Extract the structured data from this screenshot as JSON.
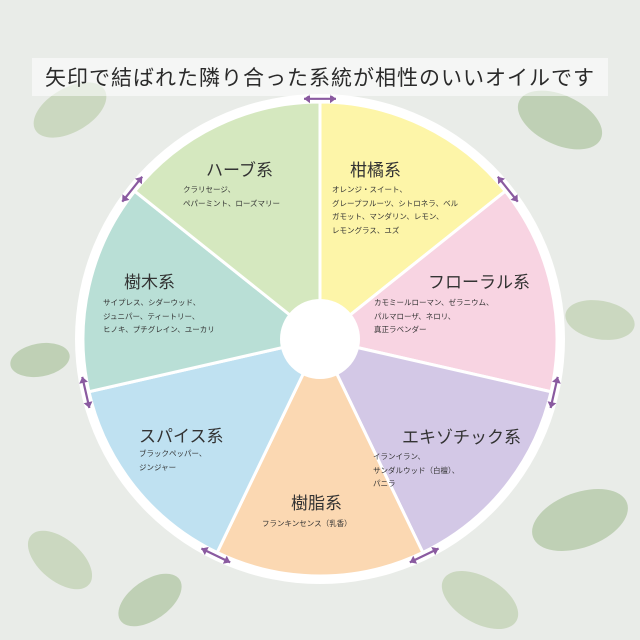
{
  "title": "矢印で結ばれた隣り合った系統が相性のいいオイルです",
  "colors": {
    "background": "#e9ece8",
    "rim": "#ffffff",
    "arrow": "#8a5aa0",
    "center": "#ffffff"
  },
  "segments": [
    {
      "label": "柑橘系",
      "oils": "オレンジ・スイート、\nグレープフルーツ、シトロネラ、ベル\nガモット、マンダリン、レモン、\nレモングラス、ユズ",
      "color": "#fdf5a8"
    },
    {
      "label": "フローラル系",
      "oils": "カモミールローマン、ゼラニウム、\nパルマローザ、ネロリ、\n真正ラベンダー",
      "color": "#f8d4e2"
    },
    {
      "label": "エキゾチック系",
      "oils": "イランイラン、\nサンダルウッド（白檀）、\nパニラ",
      "color": "#d3c8e6"
    },
    {
      "label": "樹脂系",
      "oils": "フランキンセンス（乳香）",
      "color": "#fbd8b2"
    },
    {
      "label": "スパイス系",
      "oils": "ブラックペッパー、\nジンジャー",
      "color": "#bfe1f1"
    },
    {
      "label": "樹木系",
      "oils": "サイプレス、シダーウッド、\nジュニパー、ティートリー、\nヒノキ、プチグレイン、ユーカリ",
      "color": "#b9dfd6"
    },
    {
      "label": "ハーブ系",
      "oils": "クラリセージ、\nペパーミント、ローズマリー",
      "color": "#d5e8bf"
    }
  ]
}
